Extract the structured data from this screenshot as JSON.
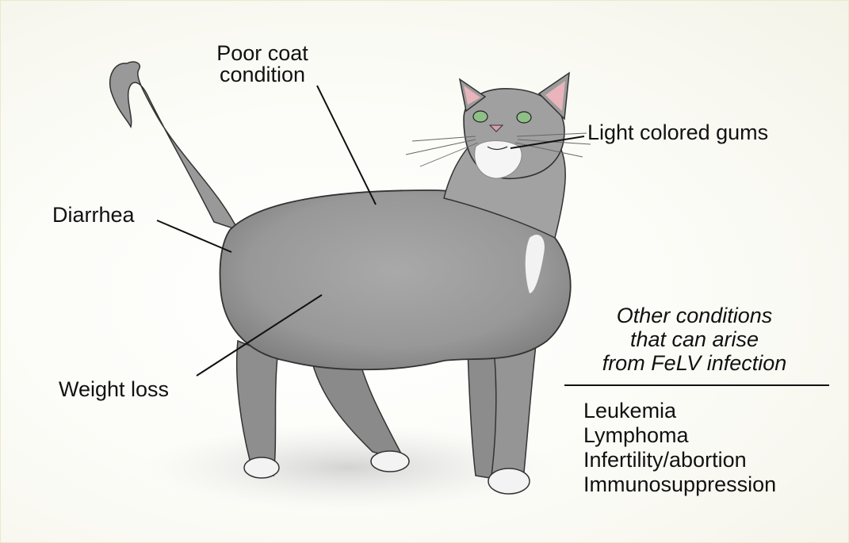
{
  "labels": {
    "poor_coat_line1": "Poor coat",
    "poor_coat_line2": "condition",
    "light_gums": "Light colored gums",
    "diarrhea": "Diarrhea",
    "weight_loss": "Weight loss"
  },
  "other_conditions": {
    "title_lines": [
      "Other conditions",
      "that can arise",
      "from FeLV infection"
    ],
    "items": [
      "Leukemia",
      "Lymphoma",
      "Infertility/abortion",
      "Immunosuppression"
    ]
  },
  "colors": {
    "cat_fur": "#9a9a9a",
    "cat_shadow": "#7d7d7d",
    "ear_inner": "#e9b4bb",
    "eye": "#8fbf86",
    "line": "#111111"
  }
}
